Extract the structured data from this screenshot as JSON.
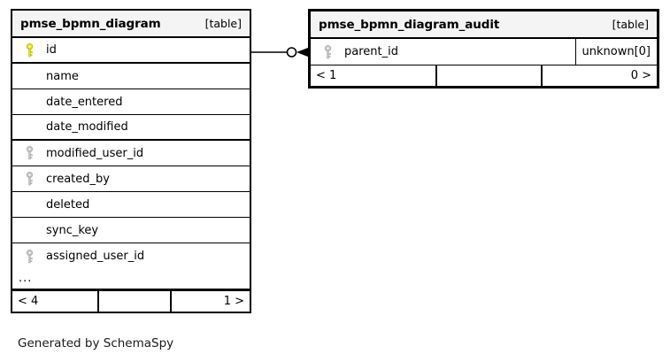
{
  "diagram": {
    "caption": "Generated by SchemaSpy",
    "kind_label": "[table]"
  },
  "tables": [
    {
      "name": "pmse_bpmn_diagram",
      "kind": "[table]",
      "columns": [
        {
          "name": "id",
          "key": "primary"
        },
        {
          "name": "name",
          "key": "none"
        },
        {
          "name": "date_entered",
          "key": "none"
        },
        {
          "name": "date_modified",
          "key": "none"
        },
        {
          "name": "modified_user_id",
          "key": "foreign"
        },
        {
          "name": "created_by",
          "key": "foreign"
        },
        {
          "name": "deleted",
          "key": "none"
        },
        {
          "name": "sync_key",
          "key": "none"
        },
        {
          "name": "assigned_user_id",
          "key": "foreign"
        }
      ],
      "more_indicator": "...",
      "footer": {
        "left": "< 4",
        "middle": "",
        "right": "1 >"
      }
    },
    {
      "name": "pmse_bpmn_diagram_audit",
      "kind": "[table]",
      "columns": [
        {
          "name": "parent_id",
          "key": "foreign",
          "type": "unknown[0]"
        }
      ],
      "footer": {
        "left": "< 1",
        "middle": "",
        "right": "0 >"
      }
    }
  ],
  "relationship": {
    "from_table": "pmse_bpmn_diagram",
    "from_column": "id",
    "to_table": "pmse_bpmn_diagram_audit",
    "to_column": "parent_id",
    "from_cardinality": "zero-or-one",
    "to_cardinality": "many"
  },
  "colors": {
    "primary_key": "#e8e81c",
    "foreign_key": "#c0c0c0",
    "border": "#000000",
    "header_bg": "#f4f4f4",
    "background": "#ffffff"
  }
}
